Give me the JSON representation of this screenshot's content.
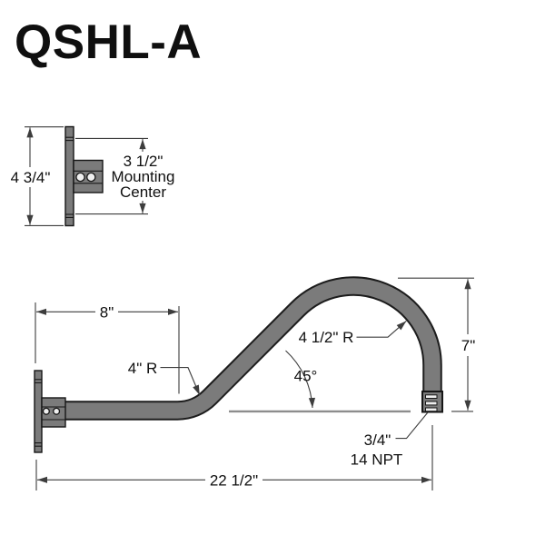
{
  "title": "QSHL-A",
  "colors": {
    "tube_fill": "#7b7b7b",
    "tube_outline": "#1c1c1c",
    "edge": "#161616",
    "dim_line": "#3d3d3d",
    "ref_line": "#8d8d8d",
    "hole_fill": "#efefef",
    "text": "#0f0f0f",
    "background": "#ffffff"
  },
  "top_view": {
    "plate_height": "4 3/4\"",
    "mounting_center_line1": "3 1/2\"",
    "mounting_center_line2": "Mounting",
    "mounting_center_line3": "Center"
  },
  "side_view": {
    "straight_length": "8\"",
    "lower_radius": "4\" R",
    "upper_radius": "4 1/2\" R",
    "bend_angle": "45°",
    "drop_height": "7\"",
    "thread_size": "3/4\"",
    "thread_spec": "14 NPT",
    "overall_length": "22 1/2\""
  }
}
